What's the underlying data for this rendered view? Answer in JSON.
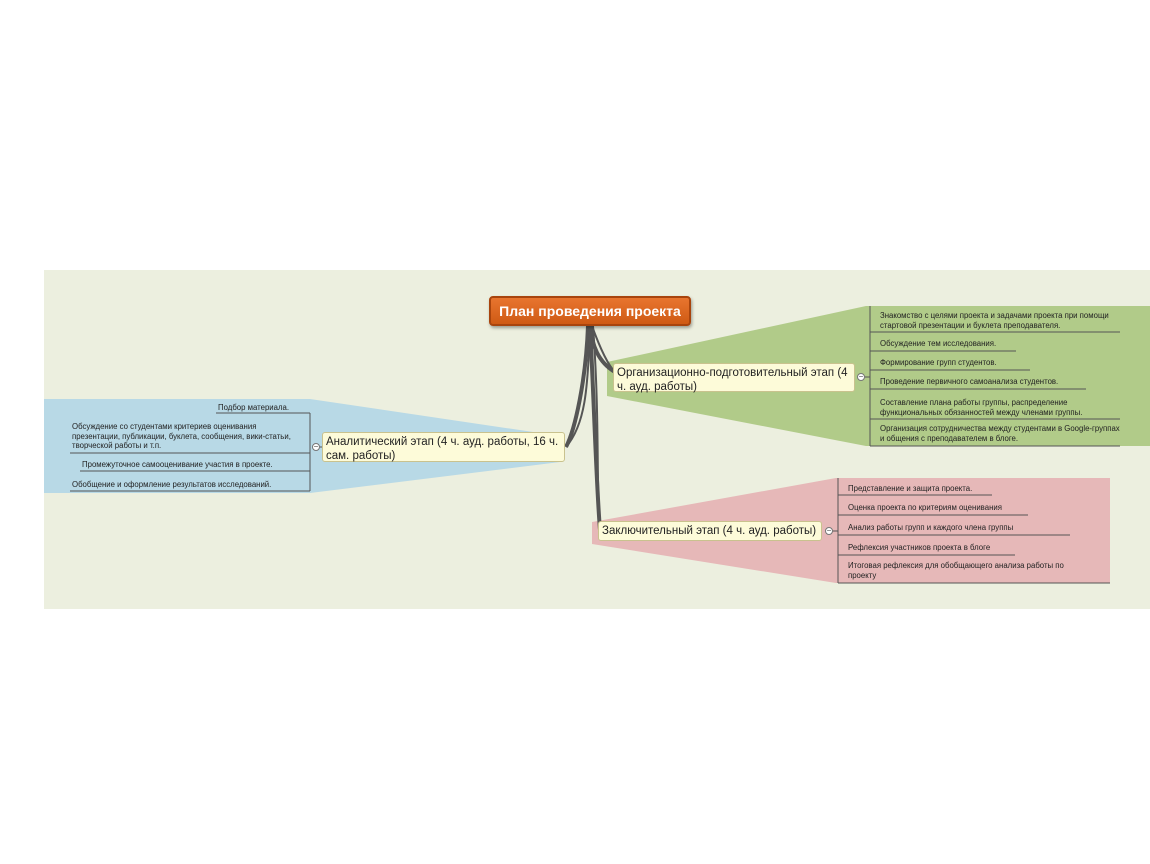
{
  "root": {
    "label": "План проведения проекта"
  },
  "branches": [
    {
      "label": "Организационно-подготовительный этап (4 ч. ауд. работы)",
      "color": "#a7c47a",
      "items": [
        "Знакомство с целями проекта и задачами проекта при помощи стартовой презентации и буклета преподавателя.",
        "Обсуждение тем исследования.",
        "Формирование групп студентов.",
        "Проведение первичного самоанализа студентов.",
        "Составление плана работы группы, распределение функциональных обязанностей между членами группы.",
        "Организация сотрудничества между студентами в Google-группах и общения с преподавателем в блоге."
      ]
    },
    {
      "label": "Аналитический этап (4 ч. ауд. работы, 16 ч. сам. работы)",
      "color": "#b8d9e6",
      "items": [
        "Подбор материала.",
        "Обсуждение со студентами критериев оценивания презентации, публикации, буклета, сообщения, вики-статьи, творческой работы и т.п.",
        "Промежуточное самооценивание участия в проекте.",
        "Обобщение и оформление результатов исследований."
      ]
    },
    {
      "label": "Заключительный этап (4 ч. ауд. работы)",
      "color": "#e6b8b8",
      "items": [
        "Представление и защита проекта.",
        "Оценка проекта по критериям оценивания",
        "Анализ работы групп и каждого члена группы",
        "Рефлексия участников проекта в блоге",
        "Итоговая рефлексия для обобщающего анализа работы по проекту"
      ]
    }
  ],
  "collapse_symbol": "−",
  "colors": {
    "root": "#e06a22",
    "canvas": "#ecefdf",
    "branch_fill": "#fdfbd9"
  }
}
